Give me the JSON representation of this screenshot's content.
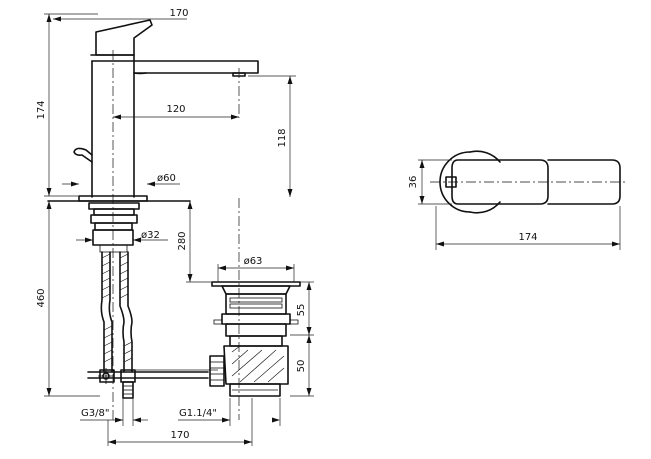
{
  "side_view": {
    "dims": {
      "total_height": "174",
      "spout_reach": "120",
      "spout_height": "118",
      "base_diameter": "ø60",
      "shank_diameter": "ø32",
      "deck_to_waste": "280",
      "waste_diameter": "ø63",
      "waste_top_height": "55",
      "waste_lower_height": "50",
      "under_deck_height": "460",
      "supply_thread": "G3/8\"",
      "waste_thread": "G1.1/4\"",
      "centre_distance": "170"
    }
  },
  "top_view": {
    "dims": {
      "body_width": "36",
      "total_length": "174"
    }
  }
}
